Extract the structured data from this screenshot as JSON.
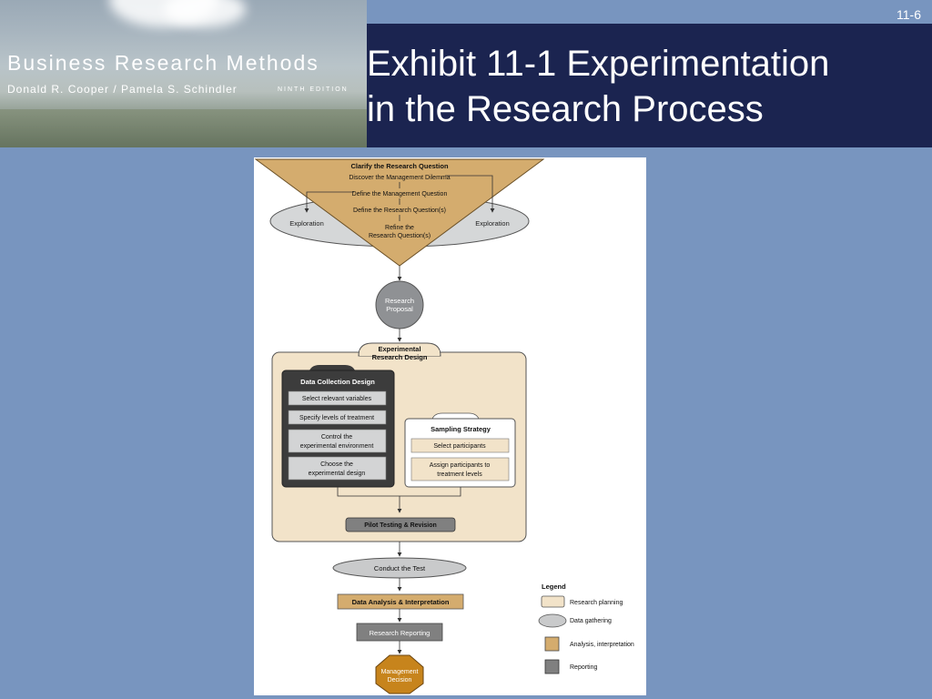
{
  "header": {
    "book_title": "Business Research Methods",
    "book_authors": "Donald R. Cooper / Pamela S. Schindler",
    "book_edition": "NINTH EDITION",
    "slide_number": "11-6",
    "title_line1": "Exhibit 11-1 Experimentation",
    "title_line2": "in the Research Process"
  },
  "diagram": {
    "triangle": {
      "heading": "Clarify the Research Question",
      "steps": [
        "Discover the Management Dilemma",
        "Define the Management Question",
        "Define the Research Question(s)"
      ],
      "refine_line1": "Refine the",
      "refine_line2": "Research Question(s)"
    },
    "exploration_left": "Exploration",
    "exploration_right": "Exploration",
    "proposal_line1": "Research",
    "proposal_line2": "Proposal",
    "design_tab_line1": "Experimental",
    "design_tab_line2": "Research Design",
    "data_collection": {
      "heading": "Data Collection Design",
      "items": [
        {
          "line1": "Select relevant variables",
          "line2": ""
        },
        {
          "line1": "Specify levels of treatment",
          "line2": ""
        },
        {
          "line1": "Control the",
          "line2": "experimental environment"
        },
        {
          "line1": "Choose the",
          "line2": "experimental design"
        }
      ]
    },
    "sampling": {
      "heading": "Sampling Strategy",
      "items": [
        {
          "line1": "Select participants",
          "line2": ""
        },
        {
          "line1": "Assign participants to",
          "line2": "treatment levels"
        }
      ]
    },
    "pilot": "Pilot Testing & Revision",
    "conduct": "Conduct the Test",
    "analysis": "Data Analysis & Interpretation",
    "reporting": "Research Reporting",
    "decision_line1": "Management",
    "decision_line2": "Decision",
    "legend": {
      "title": "Legend",
      "items": [
        "Research planning",
        "Data gathering",
        "Analysis, interpretation",
        "Reporting"
      ]
    },
    "colors": {
      "triangle": "#d4ac6e",
      "exploration": "#d5d7d8",
      "planning_fill": "#f2e3c9",
      "data_gathering": "#c9cacb",
      "dark_box": "#3c3c3c",
      "reporting": "#808080",
      "decision": "#c7841c"
    }
  }
}
